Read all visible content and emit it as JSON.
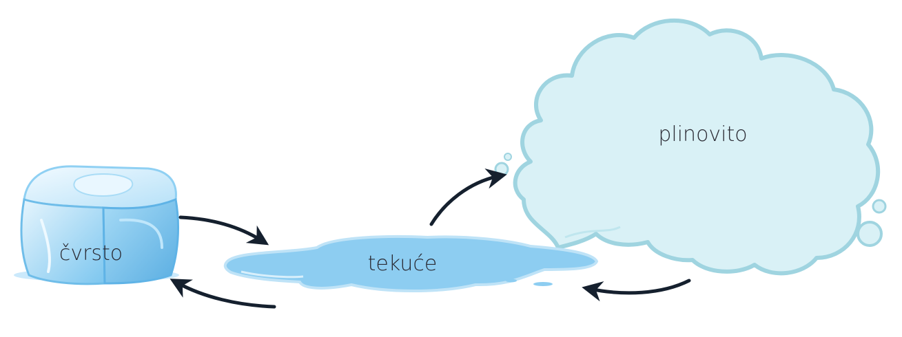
{
  "states": {
    "solid": {
      "label": "čvrsto",
      "icon": "ice-cube-icon"
    },
    "liquid": {
      "label": "tekuće",
      "icon": "water-puddle-icon"
    },
    "gas": {
      "label": "plinovito",
      "icon": "cloud-icon"
    }
  },
  "transitions": [
    {
      "from": "solid",
      "to": "liquid"
    },
    {
      "from": "liquid",
      "to": "solid"
    },
    {
      "from": "liquid",
      "to": "gas"
    },
    {
      "from": "gas",
      "to": "liquid"
    }
  ],
  "colors": {
    "ice_light": "#cbe9fb",
    "ice_mid": "#8fd0f3",
    "ice_dark": "#5fb3e6",
    "water": "#8dcdf1",
    "water_edge": "#bfe3f7",
    "cloud_fill": "#d9f1f6",
    "cloud_stroke": "#9fd4e0",
    "arrow": "#15202e",
    "text": "#2a2a33"
  }
}
